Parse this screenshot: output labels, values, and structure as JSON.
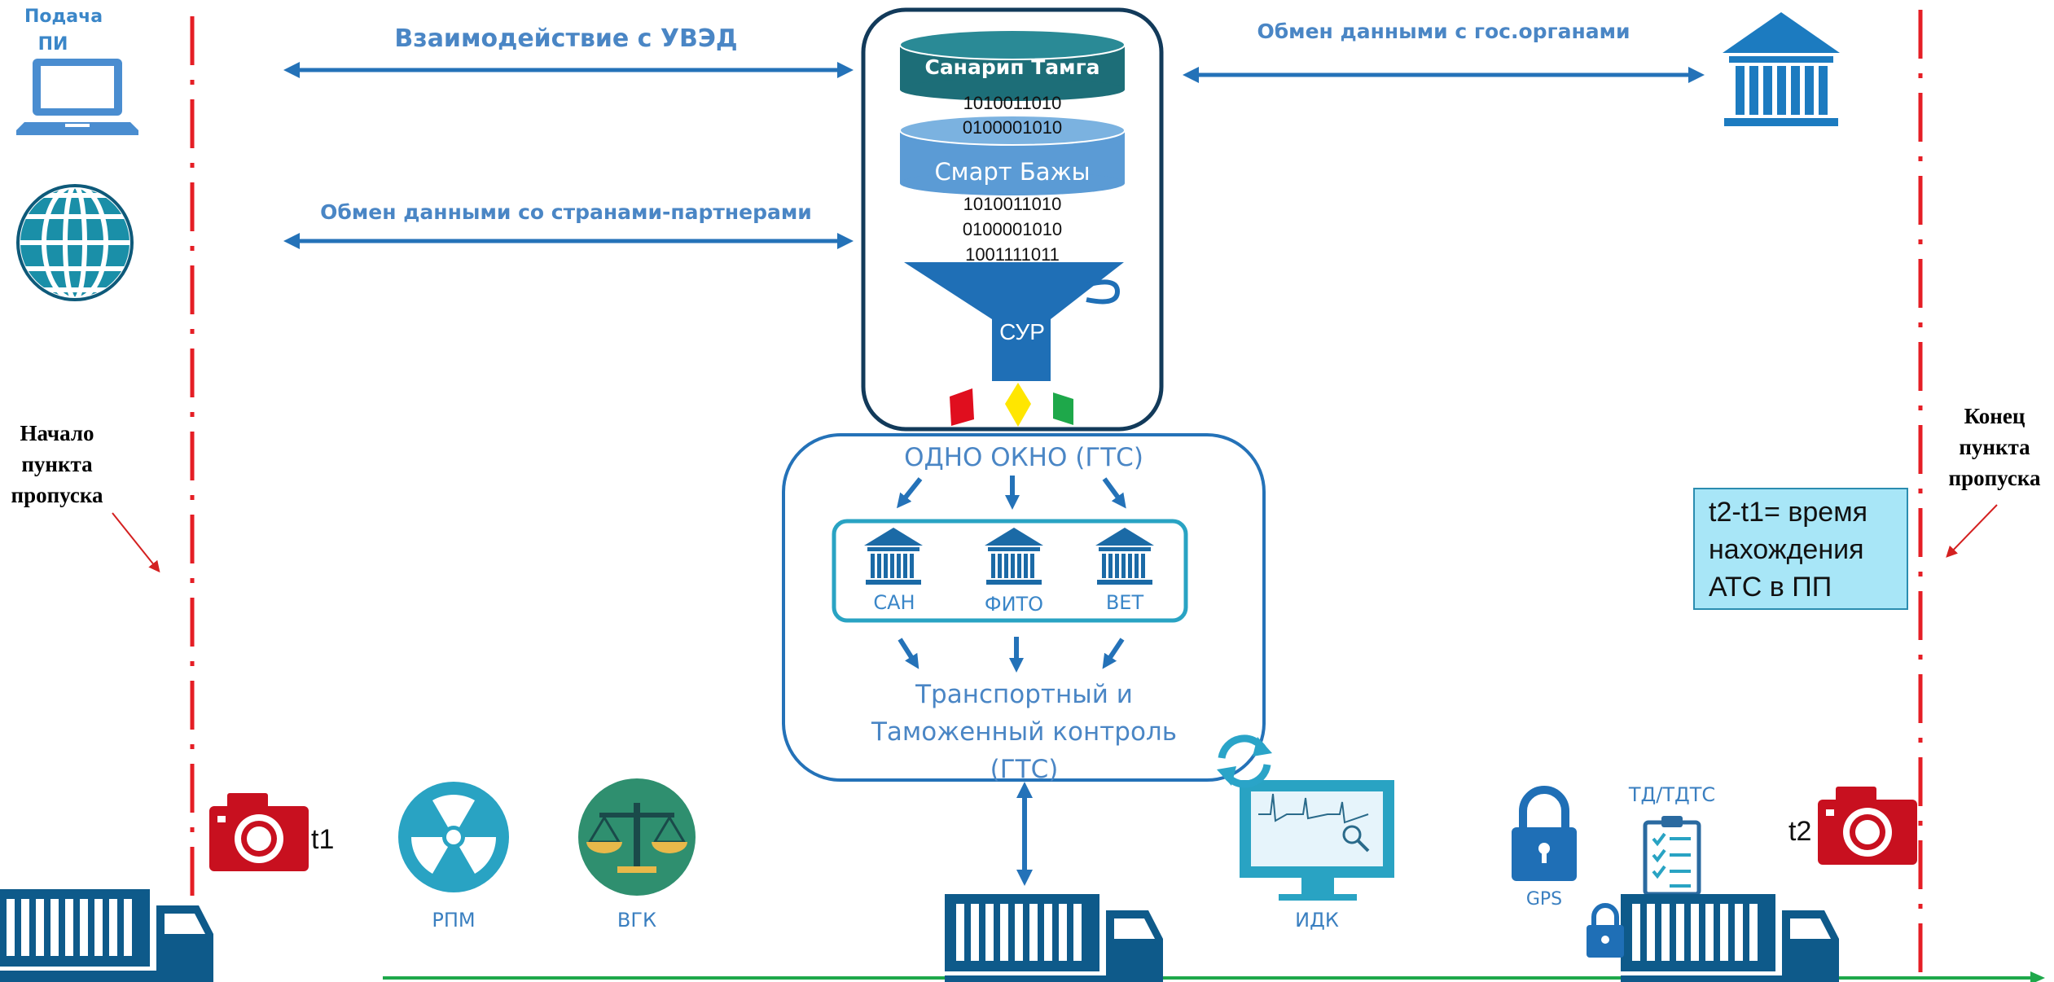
{
  "left_top": {
    "line1": "Подача",
    "line2": "ПИ"
  },
  "arrows": {
    "uved": "Взаимодействие с УВЭД",
    "partners": "Обмен данными со странами-партнерами",
    "gov": "Обмен данными с гос.органами"
  },
  "funnel": {
    "db1": "Санарип Тамга",
    "db1_bits": [
      "1010011010",
      "0100001010"
    ],
    "db2": "Смарт Бажы",
    "db2_bits": [
      "1010011010",
      "0100001010",
      "1001111011"
    ],
    "sur": "СУР"
  },
  "window": {
    "title": "ОДНО ОКНО (ГТС)",
    "agencies": [
      "САН",
      "ФИТО",
      "ВЕТ"
    ],
    "control_line1": "Транспортный и",
    "control_line2": "Таможенный контроль",
    "control_line3": "(ГТС)"
  },
  "start": {
    "line1": "Начало",
    "line2": "пункта",
    "line3": "пропуска"
  },
  "end": {
    "line1": "Конец",
    "line2": "пункта",
    "line3": "пропуска"
  },
  "time_box": {
    "line1": "t2-t1= время",
    "line2": "нахождения",
    "line3": "АТС в ПП"
  },
  "cameras": {
    "t1": "t1",
    "t2": "t2"
  },
  "icons": {
    "rpm": "РПМ",
    "vgk": "ВГК",
    "idk": "ИДК",
    "gps": "GPS",
    "td": "ТД/ТДТС"
  },
  "colors": {
    "navy": "#0e5a8a",
    "arrow_blue": "#2472b8",
    "teal": "#29a3c3",
    "red": "#c8101f",
    "green": "#1ea84a",
    "yellow": "#ffe600",
    "time_box_bg": "#a8e6f7"
  }
}
